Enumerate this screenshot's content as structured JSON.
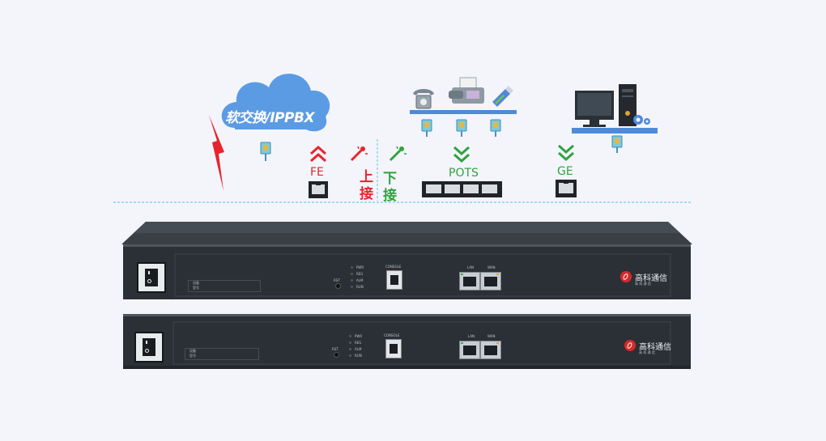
{
  "diagram": {
    "cloud_text": "软交换/IPPBX",
    "fe_label": "FE",
    "uplink_label_1": "上",
    "uplink_label_2": "接",
    "downlink_label_1": "下",
    "downlink_label_2": "接",
    "pots_label": "POTS",
    "ge_label": "GE"
  },
  "device": {
    "ports": [
      "PWR",
      "REG",
      "ALM",
      "RUN"
    ],
    "rst_label": "RST",
    "console_label": "CONSOLE",
    "lan_label": "LAN",
    "wan_label": "WAN",
    "brand_text": "高科通信",
    "brand_sub": "高 科 通 信",
    "panel_label_1": "设备",
    "panel_label_2": "型号"
  },
  "colors": {
    "accent_red": "#e8242c",
    "accent_green": "#31a23e",
    "cloud_blue": "#5b9be4",
    "device_dark": "#2b3036",
    "dotline": "#6fcfe6"
  }
}
